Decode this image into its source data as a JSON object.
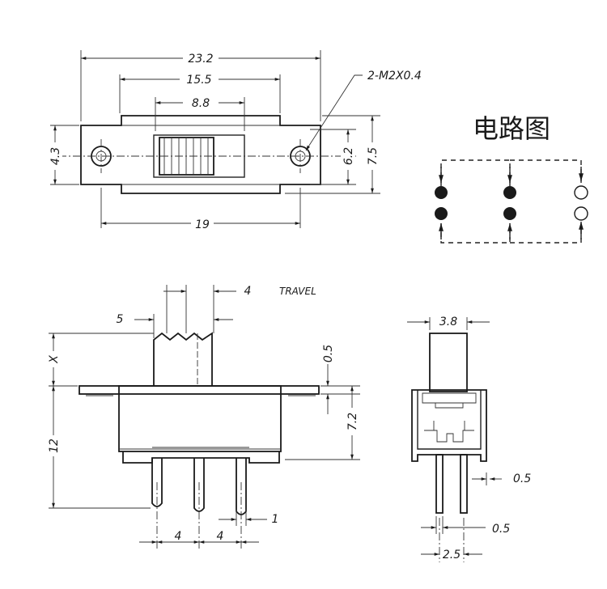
{
  "top_view": {
    "dim_overall_width": "23.2",
    "dim_mount_span": "15.5",
    "dim_slot_width": "8.8",
    "dim_base_width": "19",
    "dim_body_height": "4.3",
    "dim_hole_span": "6.2",
    "dim_flange_height": "7.5",
    "screw_note": "2-M2X0.4"
  },
  "circuit": {
    "title": "电路图"
  },
  "side_view": {
    "dim_travel": "4",
    "travel_label": "TRAVEL",
    "dim_knob": "5",
    "dim_x": "X",
    "dim_flange_thickness": "0.5",
    "dim_total_height": "12",
    "dim_body_height": "7.2",
    "dim_pin_pitch_1": "4",
    "dim_pin_pitch_2": "4",
    "dim_pin_width": "1"
  },
  "end_view": {
    "dim_knob_width": "3.8",
    "dim_pin_thickness_1": "0.5",
    "dim_pin_thickness_2": "0.5",
    "dim_pin_spacing": "2.5"
  }
}
